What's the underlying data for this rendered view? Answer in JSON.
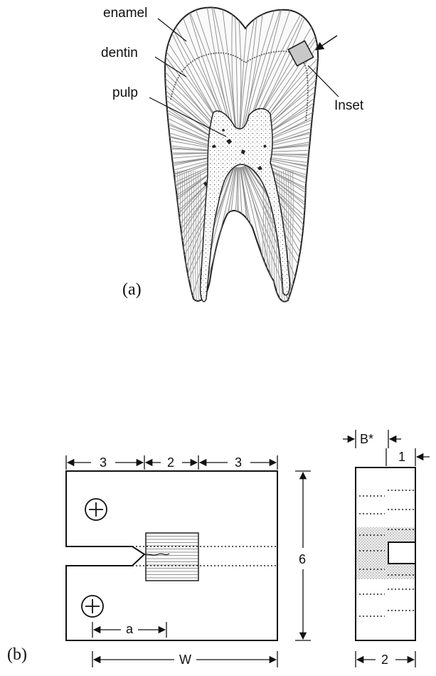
{
  "panel_a": {
    "label": "(a)",
    "labels": {
      "enamel": "enamel",
      "dentin": "dentin",
      "pulp": "pulp",
      "inset": "Inset"
    }
  },
  "panel_b": {
    "label": "(b)",
    "specimen": {
      "dim_left": "3",
      "dim_center": "2",
      "dim_right": "3",
      "dim_height": "6",
      "dim_crack": "a",
      "dim_width": "W"
    },
    "side_view": {
      "dim_B": "B*",
      "dim_one": "1",
      "dim_two": "2"
    }
  }
}
